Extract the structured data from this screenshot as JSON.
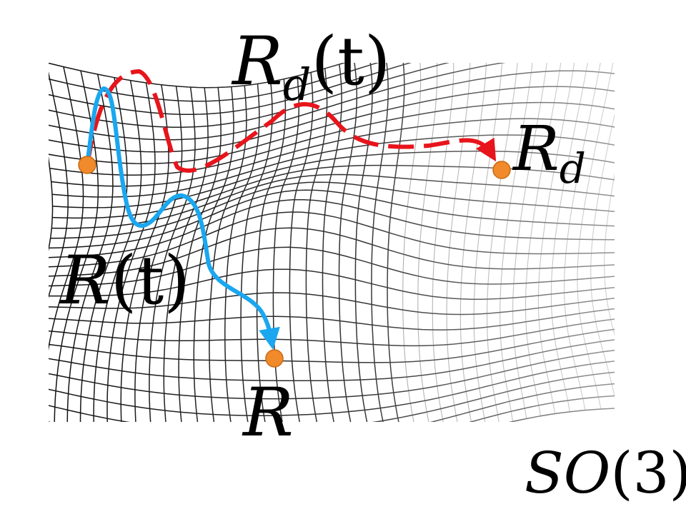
{
  "labels": {
    "desired_trajectory": {
      "main": "R",
      "sub": "d",
      "arg": "(t)"
    },
    "desired_point": {
      "main": "R",
      "sub": "d"
    },
    "actual_trajectory": {
      "main": "R",
      "arg": "(t)"
    },
    "actual_point": {
      "main": "R"
    },
    "manifold": {
      "main": "SO",
      "arg": "(3)"
    }
  },
  "colors": {
    "background": "#ffffff",
    "grid_dark": "#111111",
    "grid_light": "#9a9a9a",
    "desired_path": "#e8141c",
    "actual_path": "#1aa7f0",
    "point_fill": "#f08a2a",
    "point_stroke": "#c96a14",
    "text": "#000000"
  }
}
